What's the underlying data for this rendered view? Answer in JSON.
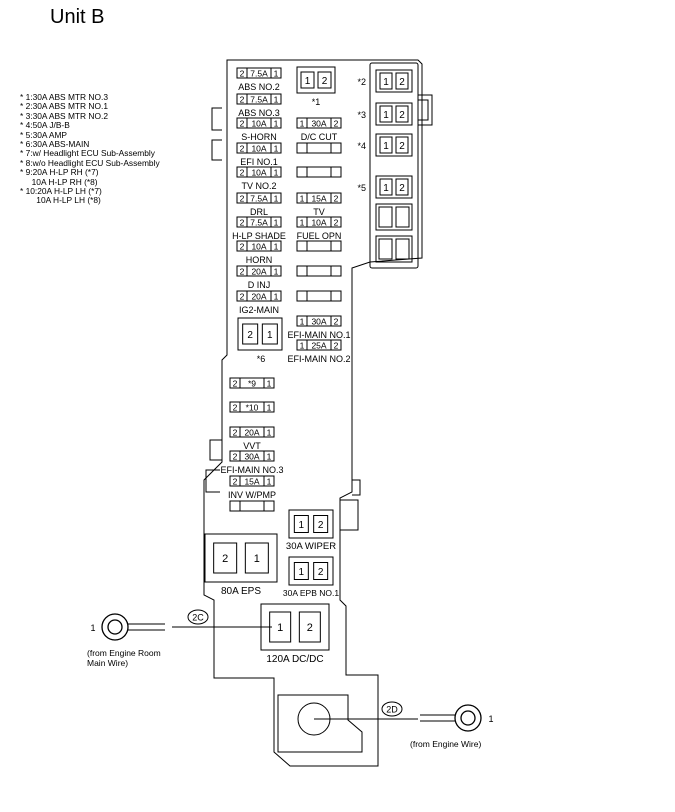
{
  "title": "Unit B",
  "notes": [
    "* 1:30A ABS MTR NO.3",
    "* 2:30A ABS MTR NO.1",
    "* 3:30A ABS MTR NO.2",
    "* 4:50A J/B-B",
    "* 5:30A AMP",
    "* 6:30A ABS-MAIN",
    "* 7:w/ Headlight ECU Sub-Assembly",
    "* 8:w/o Headlight ECU Sub-Assembly",
    "* 9:20A H-LP RH (*7)",
    "     10A H-LP RH (*8)",
    "* 10:20A H-LP LH (*7)",
    "       10A H-LP LH (*8)"
  ],
  "left_fuses": [
    {
      "pl": "2",
      "mid": "7.5A",
      "pr": "1",
      "label": "ABS NO.2"
    },
    {
      "pl": "2",
      "mid": "7.5A",
      "pr": "1",
      "label": "ABS NO.3"
    },
    {
      "pl": "2",
      "mid": "10A",
      "pr": "1",
      "label": "S-HORN"
    },
    {
      "pl": "2",
      "mid": "10A",
      "pr": "1",
      "label": "EFI NO.1"
    },
    {
      "pl": "2",
      "mid": "10A",
      "pr": "1",
      "label": "TV NO.2"
    },
    {
      "pl": "2",
      "mid": "7.5A",
      "pr": "1",
      "label": "DRL"
    },
    {
      "pl": "2",
      "mid": "7.5A",
      "pr": "1",
      "label": "H-LP SHADE"
    },
    {
      "pl": "2",
      "mid": "10A",
      "pr": "1",
      "label": "HORN"
    },
    {
      "pl": "2",
      "mid": "20A",
      "pr": "1",
      "label": "D INJ"
    },
    {
      "pl": "2",
      "mid": "20A",
      "pr": "1",
      "label": "IG2-MAIN"
    }
  ],
  "mid_fuses": [
    {
      "pl": "1",
      "mid": "30A",
      "pr": "2",
      "label": "D/C CUT"
    },
    {
      "pl": "1",
      "mid": "15A",
      "pr": "2",
      "label": "TV"
    },
    {
      "pl": "1",
      "mid": "10A",
      "pr": "2",
      "label": "FUEL OPN"
    },
    {
      "pl": "1",
      "mid": "30A",
      "pr": "2",
      "label": "EFI-MAIN NO.1"
    },
    {
      "pl": "1",
      "mid": "25A",
      "pr": "2",
      "label": "EFI-MAIN NO.2"
    }
  ],
  "lower_fuses": [
    {
      "pl": "2",
      "mid": "*9",
      "pr": "1",
      "label": ""
    },
    {
      "pl": "2",
      "mid": "*10",
      "pr": "1",
      "label": ""
    },
    {
      "pl": "2",
      "mid": "20A",
      "pr": "1",
      "label": "VVT"
    },
    {
      "pl": "2",
      "mid": "30A",
      "pr": "1",
      "label": "EFI-MAIN NO.3"
    },
    {
      "pl": "2",
      "mid": "15A",
      "pr": "1",
      "label": "INV W/PMP"
    }
  ],
  "relays": {
    "r1": {
      "a": "1",
      "b": "2",
      "label": "*1"
    },
    "r2": {
      "a": "1",
      "b": "2",
      "label": "*2"
    },
    "r3": {
      "a": "1",
      "b": "2",
      "label": "*3"
    },
    "r4": {
      "a": "1",
      "b": "2",
      "label": "*4"
    },
    "r5": {
      "a": "1",
      "b": "2",
      "label": "*5"
    },
    "r6": {
      "a": "2",
      "b": "1",
      "label": "*6"
    },
    "wiper": {
      "a": "1",
      "b": "2",
      "label": "30A WIPER"
    },
    "epb": {
      "a": "1",
      "b": "2",
      "label": "30A EPB NO.1"
    },
    "eps": {
      "a": "2",
      "b": "1",
      "label": "80A EPS"
    },
    "dcdc": {
      "a": "1",
      "b": "2",
      "label": "120A DC/DC"
    }
  },
  "connectors": {
    "c2c": {
      "tag": "2C",
      "pin": "1",
      "from": [
        "(from Engine Room",
        "Main Wire)"
      ]
    },
    "c2d": {
      "tag": "2D",
      "pin": "1",
      "from": [
        "(from Engine Wire)"
      ]
    }
  }
}
